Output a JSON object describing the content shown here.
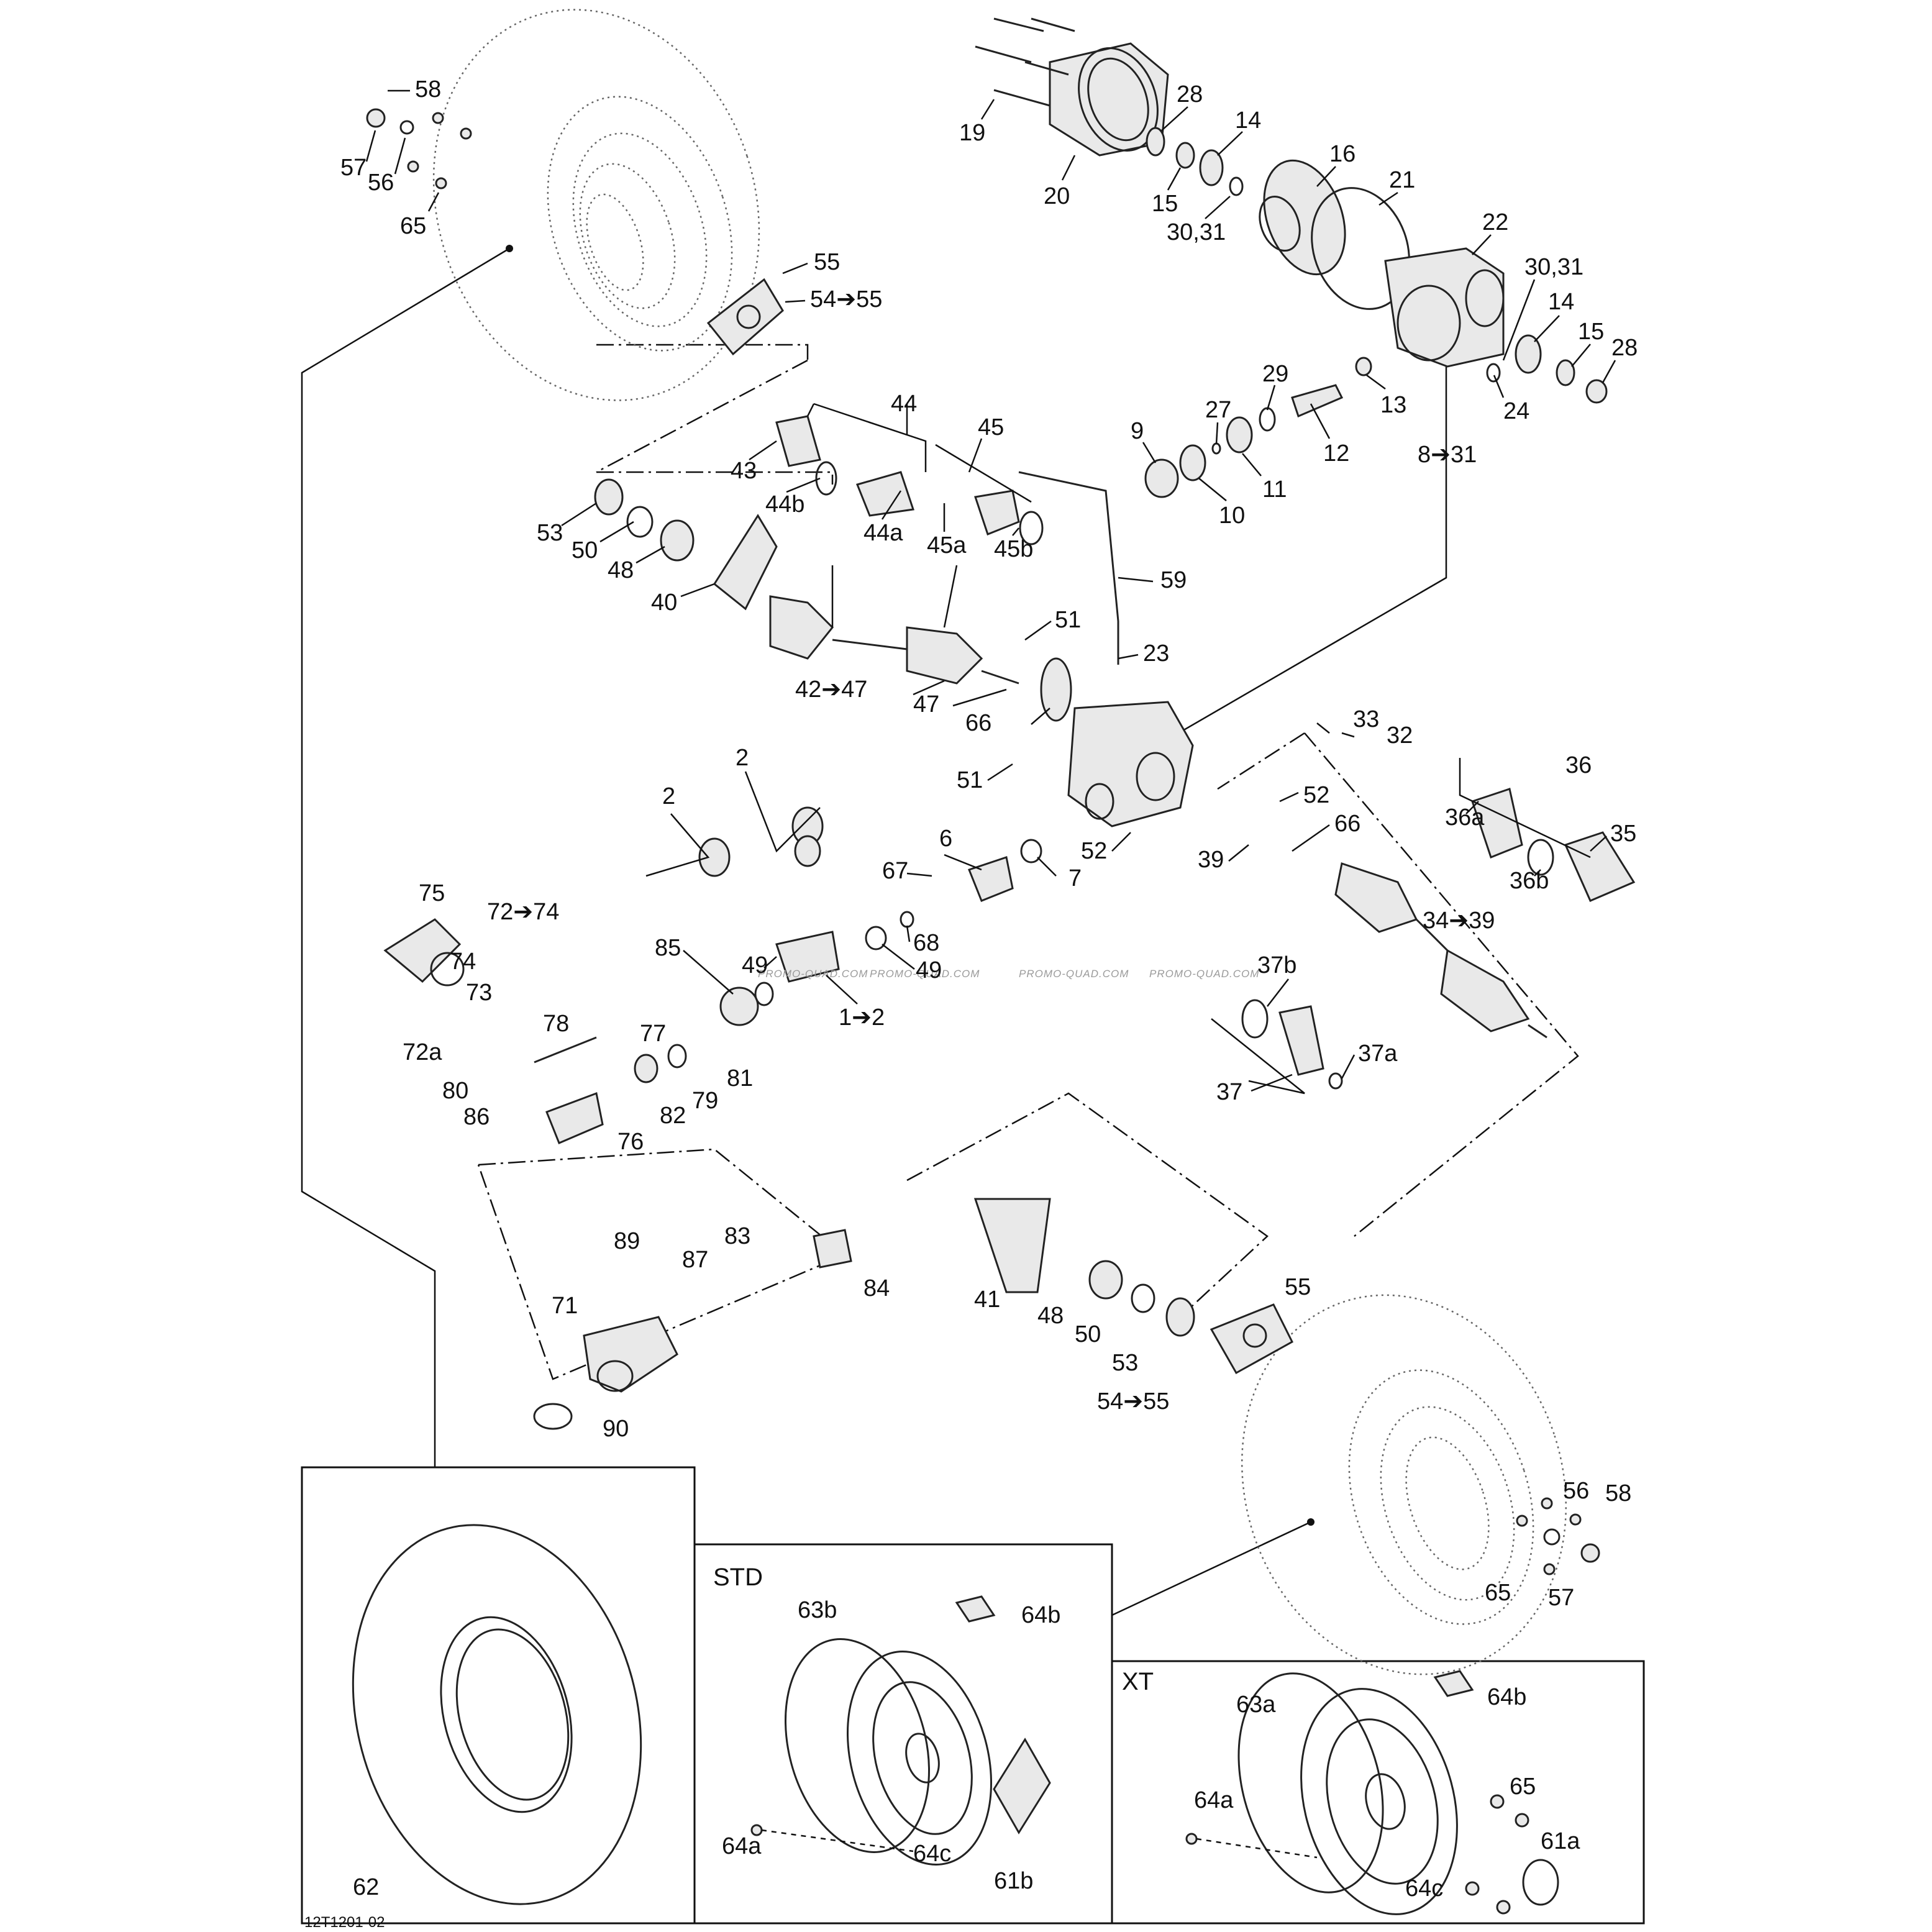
{
  "diagram_ref": "12T1201-02",
  "watermark": "PROMO-QUAD.COM",
  "sections": {
    "std": "STD",
    "xt": "XT"
  },
  "callouts": [
    {
      "id": "c58a",
      "text": "58"
    },
    {
      "id": "c57a",
      "text": "57"
    },
    {
      "id": "c56a",
      "text": "56"
    },
    {
      "id": "c65a",
      "text": "65"
    },
    {
      "id": "c55a",
      "text": "55"
    },
    {
      "id": "c5455a",
      "text": "54➔55"
    },
    {
      "id": "c19",
      "text": "19"
    },
    {
      "id": "c20",
      "text": "20"
    },
    {
      "id": "c28a",
      "text": "28"
    },
    {
      "id": "c14a",
      "text": "14"
    },
    {
      "id": "c15a",
      "text": "15"
    },
    {
      "id": "c16",
      "text": "16"
    },
    {
      "id": "c3031a",
      "text": "30,31"
    },
    {
      "id": "c21",
      "text": "21"
    },
    {
      "id": "c22",
      "text": "22"
    },
    {
      "id": "c3031b",
      "text": "30,31"
    },
    {
      "id": "c14b",
      "text": "14"
    },
    {
      "id": "c15b",
      "text": "15"
    },
    {
      "id": "c28b",
      "text": "28"
    },
    {
      "id": "c24",
      "text": "24"
    },
    {
      "id": "c13",
      "text": "13"
    },
    {
      "id": "c12",
      "text": "12"
    },
    {
      "id": "c29",
      "text": "29"
    },
    {
      "id": "c27",
      "text": "27"
    },
    {
      "id": "c9",
      "text": "9"
    },
    {
      "id": "c11",
      "text": "11"
    },
    {
      "id": "c10",
      "text": "10"
    },
    {
      "id": "c831",
      "text": "8➔31"
    },
    {
      "id": "c44",
      "text": "44"
    },
    {
      "id": "c45",
      "text": "45"
    },
    {
      "id": "c43",
      "text": "43"
    },
    {
      "id": "c44b",
      "text": "44b"
    },
    {
      "id": "c44a",
      "text": "44a"
    },
    {
      "id": "c45a",
      "text": "45a"
    },
    {
      "id": "c45b",
      "text": "45b"
    },
    {
      "id": "c53a",
      "text": "53"
    },
    {
      "id": "c50a",
      "text": "50"
    },
    {
      "id": "c48a",
      "text": "48"
    },
    {
      "id": "c40",
      "text": "40"
    },
    {
      "id": "c59",
      "text": "59"
    },
    {
      "id": "c51a",
      "text": "51"
    },
    {
      "id": "c23",
      "text": "23"
    },
    {
      "id": "c4247",
      "text": "42➔47"
    },
    {
      "id": "c47",
      "text": "47"
    },
    {
      "id": "c66a",
      "text": "66"
    },
    {
      "id": "c51b",
      "text": "51"
    },
    {
      "id": "c33",
      "text": "33"
    },
    {
      "id": "c32",
      "text": "32"
    },
    {
      "id": "c52a",
      "text": "52"
    },
    {
      "id": "c66b",
      "text": "66"
    },
    {
      "id": "c52b",
      "text": "52"
    },
    {
      "id": "c39",
      "text": "39"
    },
    {
      "id": "c36",
      "text": "36"
    },
    {
      "id": "c36a",
      "text": "36a"
    },
    {
      "id": "c35",
      "text": "35"
    },
    {
      "id": "c36b",
      "text": "36b"
    },
    {
      "id": "c3439",
      "text": "34➔39"
    },
    {
      "id": "c37b",
      "text": "37b"
    },
    {
      "id": "c37a",
      "text": "37a"
    },
    {
      "id": "c37",
      "text": "37"
    },
    {
      "id": "c2a",
      "text": "2"
    },
    {
      "id": "c2b",
      "text": "2"
    },
    {
      "id": "c6",
      "text": "6"
    },
    {
      "id": "c67",
      "text": "67"
    },
    {
      "id": "c7",
      "text": "7"
    },
    {
      "id": "c68",
      "text": "68"
    },
    {
      "id": "c49a",
      "text": "49"
    },
    {
      "id": "c49b",
      "text": "49"
    },
    {
      "id": "c85",
      "text": "85"
    },
    {
      "id": "c12b",
      "text": "1➔2"
    },
    {
      "id": "c75",
      "text": "75"
    },
    {
      "id": "c7274",
      "text": "72➔74"
    },
    {
      "id": "c74",
      "text": "74"
    },
    {
      "id": "c73",
      "text": "73"
    },
    {
      "id": "c72a",
      "text": "72a"
    },
    {
      "id": "c78",
      "text": "78"
    },
    {
      "id": "c77",
      "text": "77"
    },
    {
      "id": "c80",
      "text": "80"
    },
    {
      "id": "c86",
      "text": "86"
    },
    {
      "id": "c81",
      "text": "81"
    },
    {
      "id": "c79",
      "text": "79"
    },
    {
      "id": "c82",
      "text": "82"
    },
    {
      "id": "c76",
      "text": "76"
    },
    {
      "id": "c89",
      "text": "89"
    },
    {
      "id": "c87",
      "text": "87"
    },
    {
      "id": "c83",
      "text": "83"
    },
    {
      "id": "c84",
      "text": "84"
    },
    {
      "id": "c71",
      "text": "71"
    },
    {
      "id": "c90",
      "text": "90"
    },
    {
      "id": "c41",
      "text": "41"
    },
    {
      "id": "c48b",
      "text": "48"
    },
    {
      "id": "c50b",
      "text": "50"
    },
    {
      "id": "c53b",
      "text": "53"
    },
    {
      "id": "c55b",
      "text": "55"
    },
    {
      "id": "c5455b",
      "text": "54➔55"
    },
    {
      "id": "c56b",
      "text": "56"
    },
    {
      "id": "c58b",
      "text": "58"
    },
    {
      "id": "c65b",
      "text": "65"
    },
    {
      "id": "c57b",
      "text": "57"
    },
    {
      "id": "c62",
      "text": "62"
    },
    {
      "id": "c63b",
      "text": "63b"
    },
    {
      "id": "c64b1",
      "text": "64b"
    },
    {
      "id": "c64a1",
      "text": "64a"
    },
    {
      "id": "c64c1",
      "text": "64c"
    },
    {
      "id": "c61b",
      "text": "61b"
    },
    {
      "id": "c63a",
      "text": "63a"
    },
    {
      "id": "c64b2",
      "text": "64b"
    },
    {
      "id": "c64a2",
      "text": "64a"
    },
    {
      "id": "c65c",
      "text": "65"
    },
    {
      "id": "c61a",
      "text": "61a"
    },
    {
      "id": "c64c2",
      "text": "64c"
    }
  ]
}
